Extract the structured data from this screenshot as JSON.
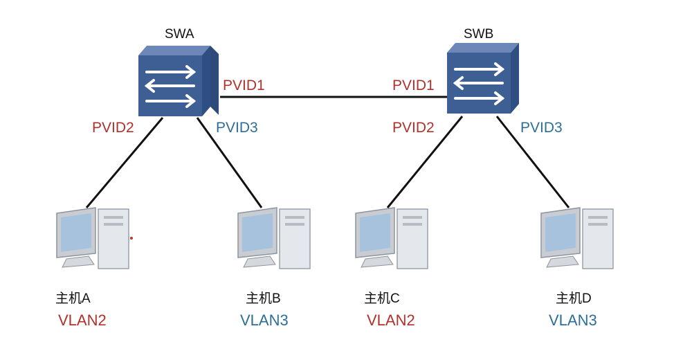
{
  "switches": {
    "swa": {
      "name": "SWA",
      "port_trunk": "PVID1",
      "port_left": "PVID2",
      "port_right": "PVID3"
    },
    "swb": {
      "name": "SWB",
      "port_trunk": "PVID1",
      "port_left": "PVID2",
      "port_right": "PVID3"
    }
  },
  "hosts": [
    {
      "name": "主机A",
      "vlan": "VLAN2"
    },
    {
      "name": "主机B",
      "vlan": "VLAN3"
    },
    {
      "name": "主机C",
      "vlan": "VLAN2"
    },
    {
      "name": "主机D",
      "vlan": "VLAN3"
    }
  ],
  "colors": {
    "vlan2": "#b0312c",
    "vlan3": "#2c6e97",
    "link": "#111111",
    "switch_body": "#3e5f93"
  },
  "icons": {
    "switch": "switch-icon",
    "host": "desktop-computer-icon"
  }
}
